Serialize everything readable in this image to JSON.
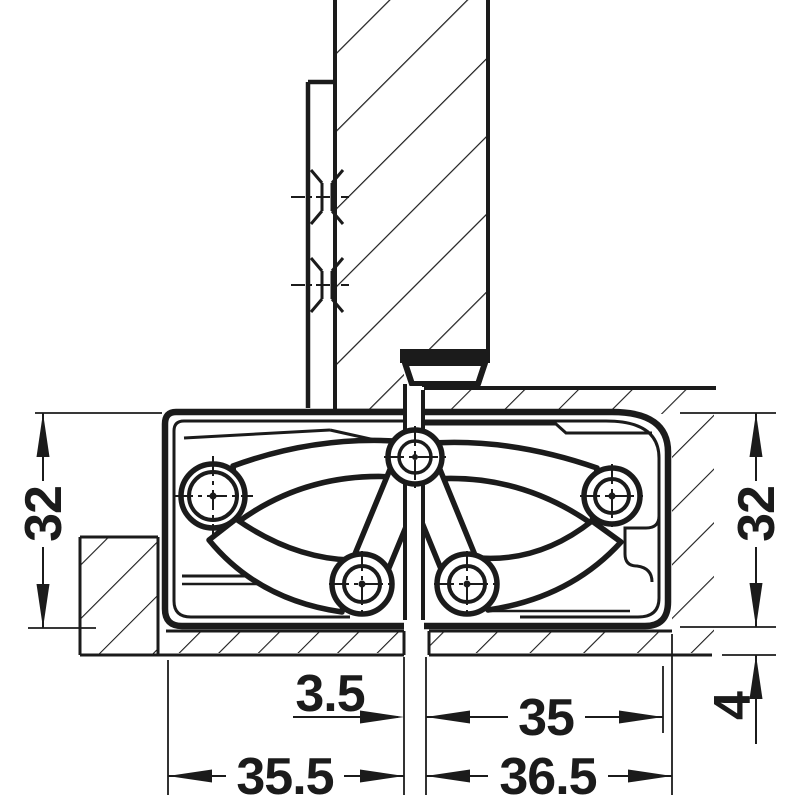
{
  "diagram": {
    "type": "technical-section-drawing",
    "subject": "Concealed hinge installation cross-section (door leaf, frame and hinge linkage)",
    "unit": "mm",
    "dimensions": {
      "depth_left": "32",
      "depth_right": "32",
      "gap_center": "3.5",
      "width_right_inner": "35",
      "width_left_outer": "35.5",
      "width_right_outer": "36.5",
      "offset_bottom_right": "4"
    }
  }
}
